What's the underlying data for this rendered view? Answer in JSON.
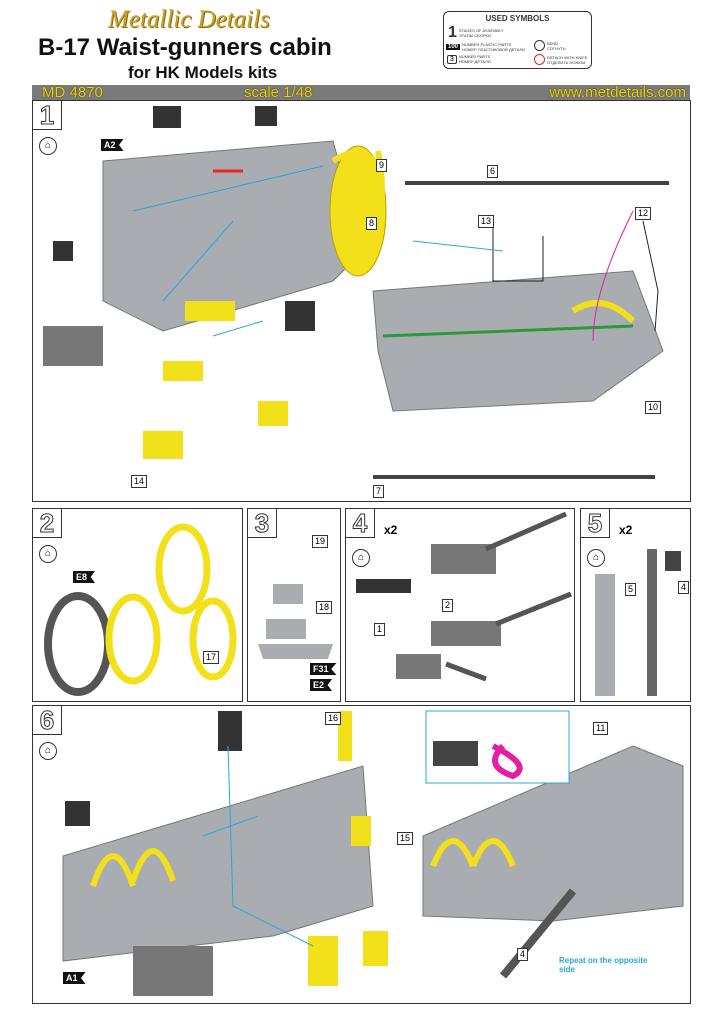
{
  "header": {
    "brand": "Metallic Details",
    "title": "B-17  Waist-gunners cabin",
    "subtitle": "for HK Models kits"
  },
  "symbols": {
    "title": "USED SYMBOLS",
    "items": [
      {
        "glyph": "1",
        "en": "STAGES OF ASSEMBLY",
        "ru": "ЭТАПЫ СБОРКИ"
      },
      {
        "glyph": "100",
        "en": "NUMBER PLASTIC PARTS",
        "ru": "НОМЕР ПЛАСТИКОВОЙ ДЕТАЛИ"
      },
      {
        "glyph": "3",
        "en": "NUMBER PARTS",
        "ru": "НОМЕР ДЕТАЛИ"
      },
      {
        "glyph": "bend",
        "en": "BEND",
        "ru": "СОГНУТЬ"
      },
      {
        "glyph": "knife",
        "en": "DETACH WITH KNIFE",
        "ru": "ОТДЕЛИТЬ НОЖОМ"
      }
    ]
  },
  "bar": {
    "code": "MD 4870",
    "scale": "scale 1/48",
    "url": "www.metdetails.com"
  },
  "steps": [
    {
      "number": "1",
      "tags": [
        "A2"
      ],
      "callouts": [
        "9",
        "8",
        "6",
        "13",
        "12",
        "10",
        "7",
        "14"
      ]
    },
    {
      "number": "2",
      "tags": [
        "E8"
      ],
      "callouts": [
        "17"
      ]
    },
    {
      "number": "3",
      "tags": [
        "F31",
        "E2"
      ],
      "callouts": [
        "19",
        "18"
      ]
    },
    {
      "number": "4",
      "multiplier": "x2",
      "callouts": [
        "2",
        "1"
      ]
    },
    {
      "number": "5",
      "multiplier": "x2",
      "callouts": [
        "5",
        "4"
      ]
    },
    {
      "number": "6",
      "tags": [
        "A1"
      ],
      "callouts": [
        "16",
        "15",
        "11",
        "4"
      ],
      "note": "Repeat on the opposite side"
    }
  ],
  "colors": {
    "brass": "#f2e01a",
    "accent_blue": "#29a8d8",
    "plastic": "#a9adb2",
    "frame_bar": "#7a7a7a",
    "magenta": "#e020a0"
  }
}
